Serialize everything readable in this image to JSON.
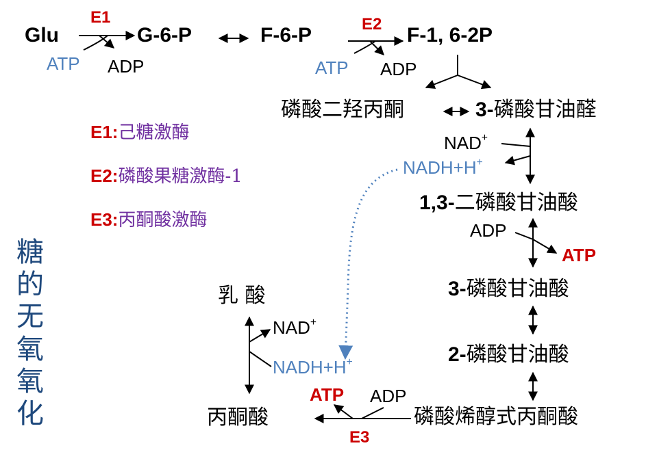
{
  "glycolysis": {
    "glu": "Glu",
    "g6p": "G-6-P",
    "f6p": "F-6-P",
    "f16p": "F-1, 6-2P",
    "e1": "E1",
    "e2": "E2",
    "e3": "E3",
    "atp": "ATP",
    "adp": "ADP",
    "dhap": "磷酸二羟丙酮",
    "gap_num": "3-",
    "gap": "磷酸甘油醛",
    "nad": "NAD",
    "nad_sup": "+",
    "nadh": "NADH+H",
    "nadh_sup": "+",
    "bpg_num": "1,3-",
    "bpg": "二磷酸甘油酸",
    "pg3_num": "3-",
    "pg3": "磷酸甘油酸",
    "pg2_num": "2-",
    "pg2": "磷酸甘油酸",
    "pep": "磷酸烯醇式丙酮酸",
    "pyruvate": "丙酮酸",
    "lactate": "乳 酸"
  },
  "legend": {
    "e1_code": "E1:",
    "e1_name": "己糖激酶",
    "e2_code": "E2:",
    "e2_name": "磷酸果糖激酶-1",
    "e3_code": "E3:",
    "e3_name": "丙酮酸激酶"
  },
  "side_title": "糖的无氧氧化",
  "colors": {
    "enzyme": "#cc0000",
    "cofactor_blue": "#4f81bd",
    "legend_name": "#7030a0",
    "title": "#1f497d"
  }
}
